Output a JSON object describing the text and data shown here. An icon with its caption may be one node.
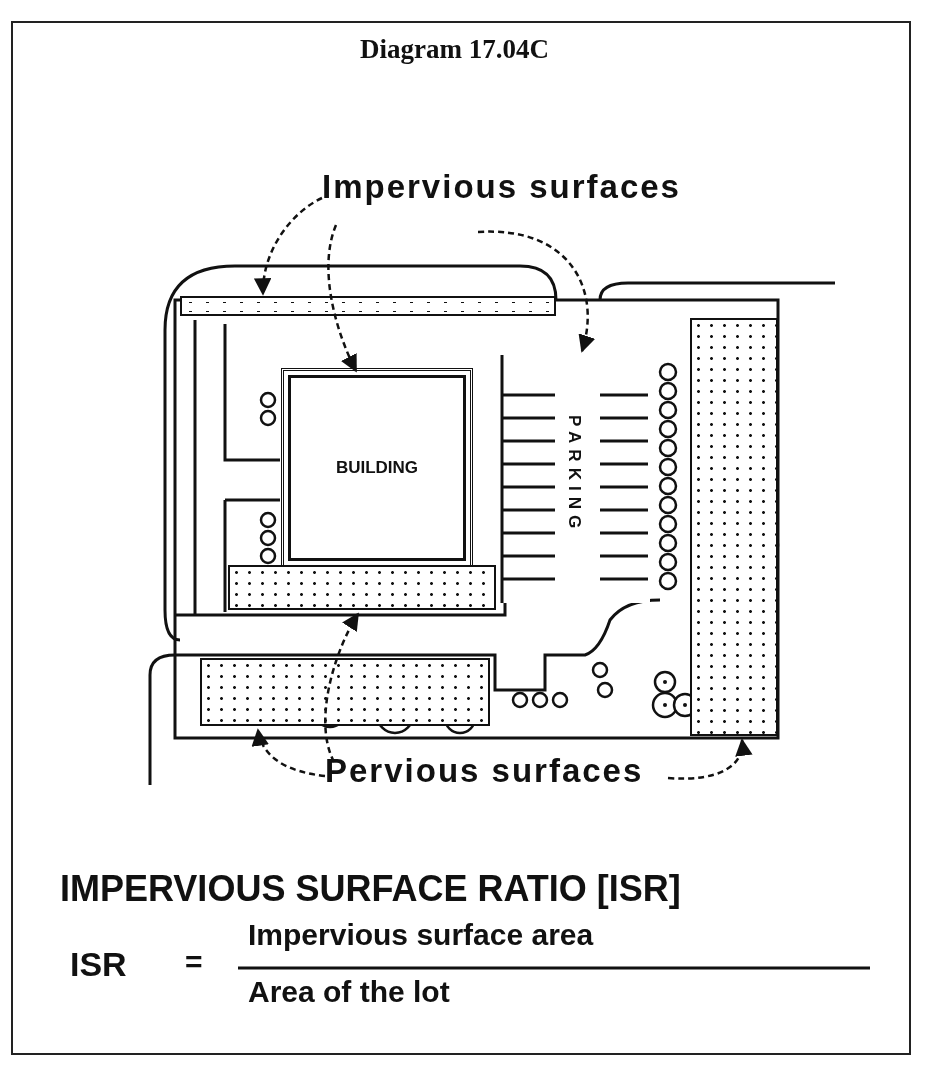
{
  "diagram": {
    "title": "Diagram 17.04C",
    "nodes": [
      {
        "text": [
          "Impervious surfaces"
        ]
      },
      {
        "text": [
          "Pervious surfaces"
        ]
      },
      {
        "text": [
          "BUILDING"
        ]
      },
      {
        "text": [
          "PARKING"
        ]
      },
      {
        "text": [],
        "shape": "bar"
      },
      {
        "text": [],
        "shape": "box"
      },
      {
        "text": [],
        "shape": "box"
      },
      {
        "text": [],
        "shape": "box"
      }
    ],
    "edges": [
      {
        "from": 0,
        "to": 4,
        "arrow": "to",
        "style": "dashed"
      },
      {
        "from": 0,
        "to": 2,
        "arrow": "to",
        "style": "dashed"
      },
      {
        "from": 0,
        "to": 3,
        "arrow": "to",
        "style": "dashed"
      },
      {
        "from": 1,
        "to": 5,
        "arrow": "to",
        "style": "dashed"
      },
      {
        "from": 1,
        "to": 6,
        "arrow": "to",
        "style": "dashed"
      },
      {
        "from": 1,
        "to": 7,
        "arrow": "to",
        "style": "dashed"
      }
    ],
    "labels": [
      "IMPERVIOUS SURFACE RATIO [ISR]",
      "ISR",
      "=",
      "Impervious surface area",
      "Area of the lot"
    ]
  }
}
